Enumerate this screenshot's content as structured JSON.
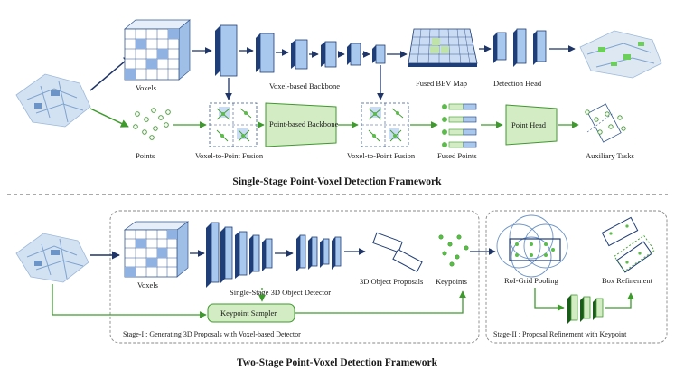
{
  "colors": {
    "blue_light": "#c9dcf4",
    "blue_mid": "#a9c8ee",
    "blue_dark": "#1f3d77",
    "navy_arrow": "#1f3567",
    "green_arrow": "#3f9a2e",
    "green_fill": "#d3ecc4",
    "green_dot": "#5cbc4a",
    "divider": "#555555",
    "box_border": "#888888"
  },
  "labels": {
    "voxels_top": "Voxels",
    "voxel_backbone": "Voxel-based Backbone",
    "fused_bev": "Fused BEV Map",
    "detection_head": "Detection Head",
    "points": "Points",
    "v2p_fusion_1": "Voxel-to-Point Fusion",
    "point_backbone": "Point-based Backbone",
    "v2p_fusion_2": "Voxel-to-Point Fusion",
    "fused_points": "Fused Points",
    "point_head": "Point Head",
    "aux_tasks": "Auxiliary Tasks",
    "voxels_bottom": "Voxels",
    "single_stage_detector": "Single-Stage 3D Object Detector",
    "proposals": "3D Object Proposals",
    "keypoints": "Keypoints",
    "keypoint_sampler": "Keypoint Sampler",
    "stage1": "Stage-I : Generating 3D Proposals with Voxel-based Detector",
    "roi_grid": "RoI-Grid Pooling",
    "box_refine": "Box Refinement",
    "stage2": "Stage-II : Proposal Refinement with Keypoint"
  },
  "titles": {
    "single": "Single-Stage Point-Voxel Detection Framework",
    "two": "Two-Stage Point-Voxel Detection Framework"
  }
}
